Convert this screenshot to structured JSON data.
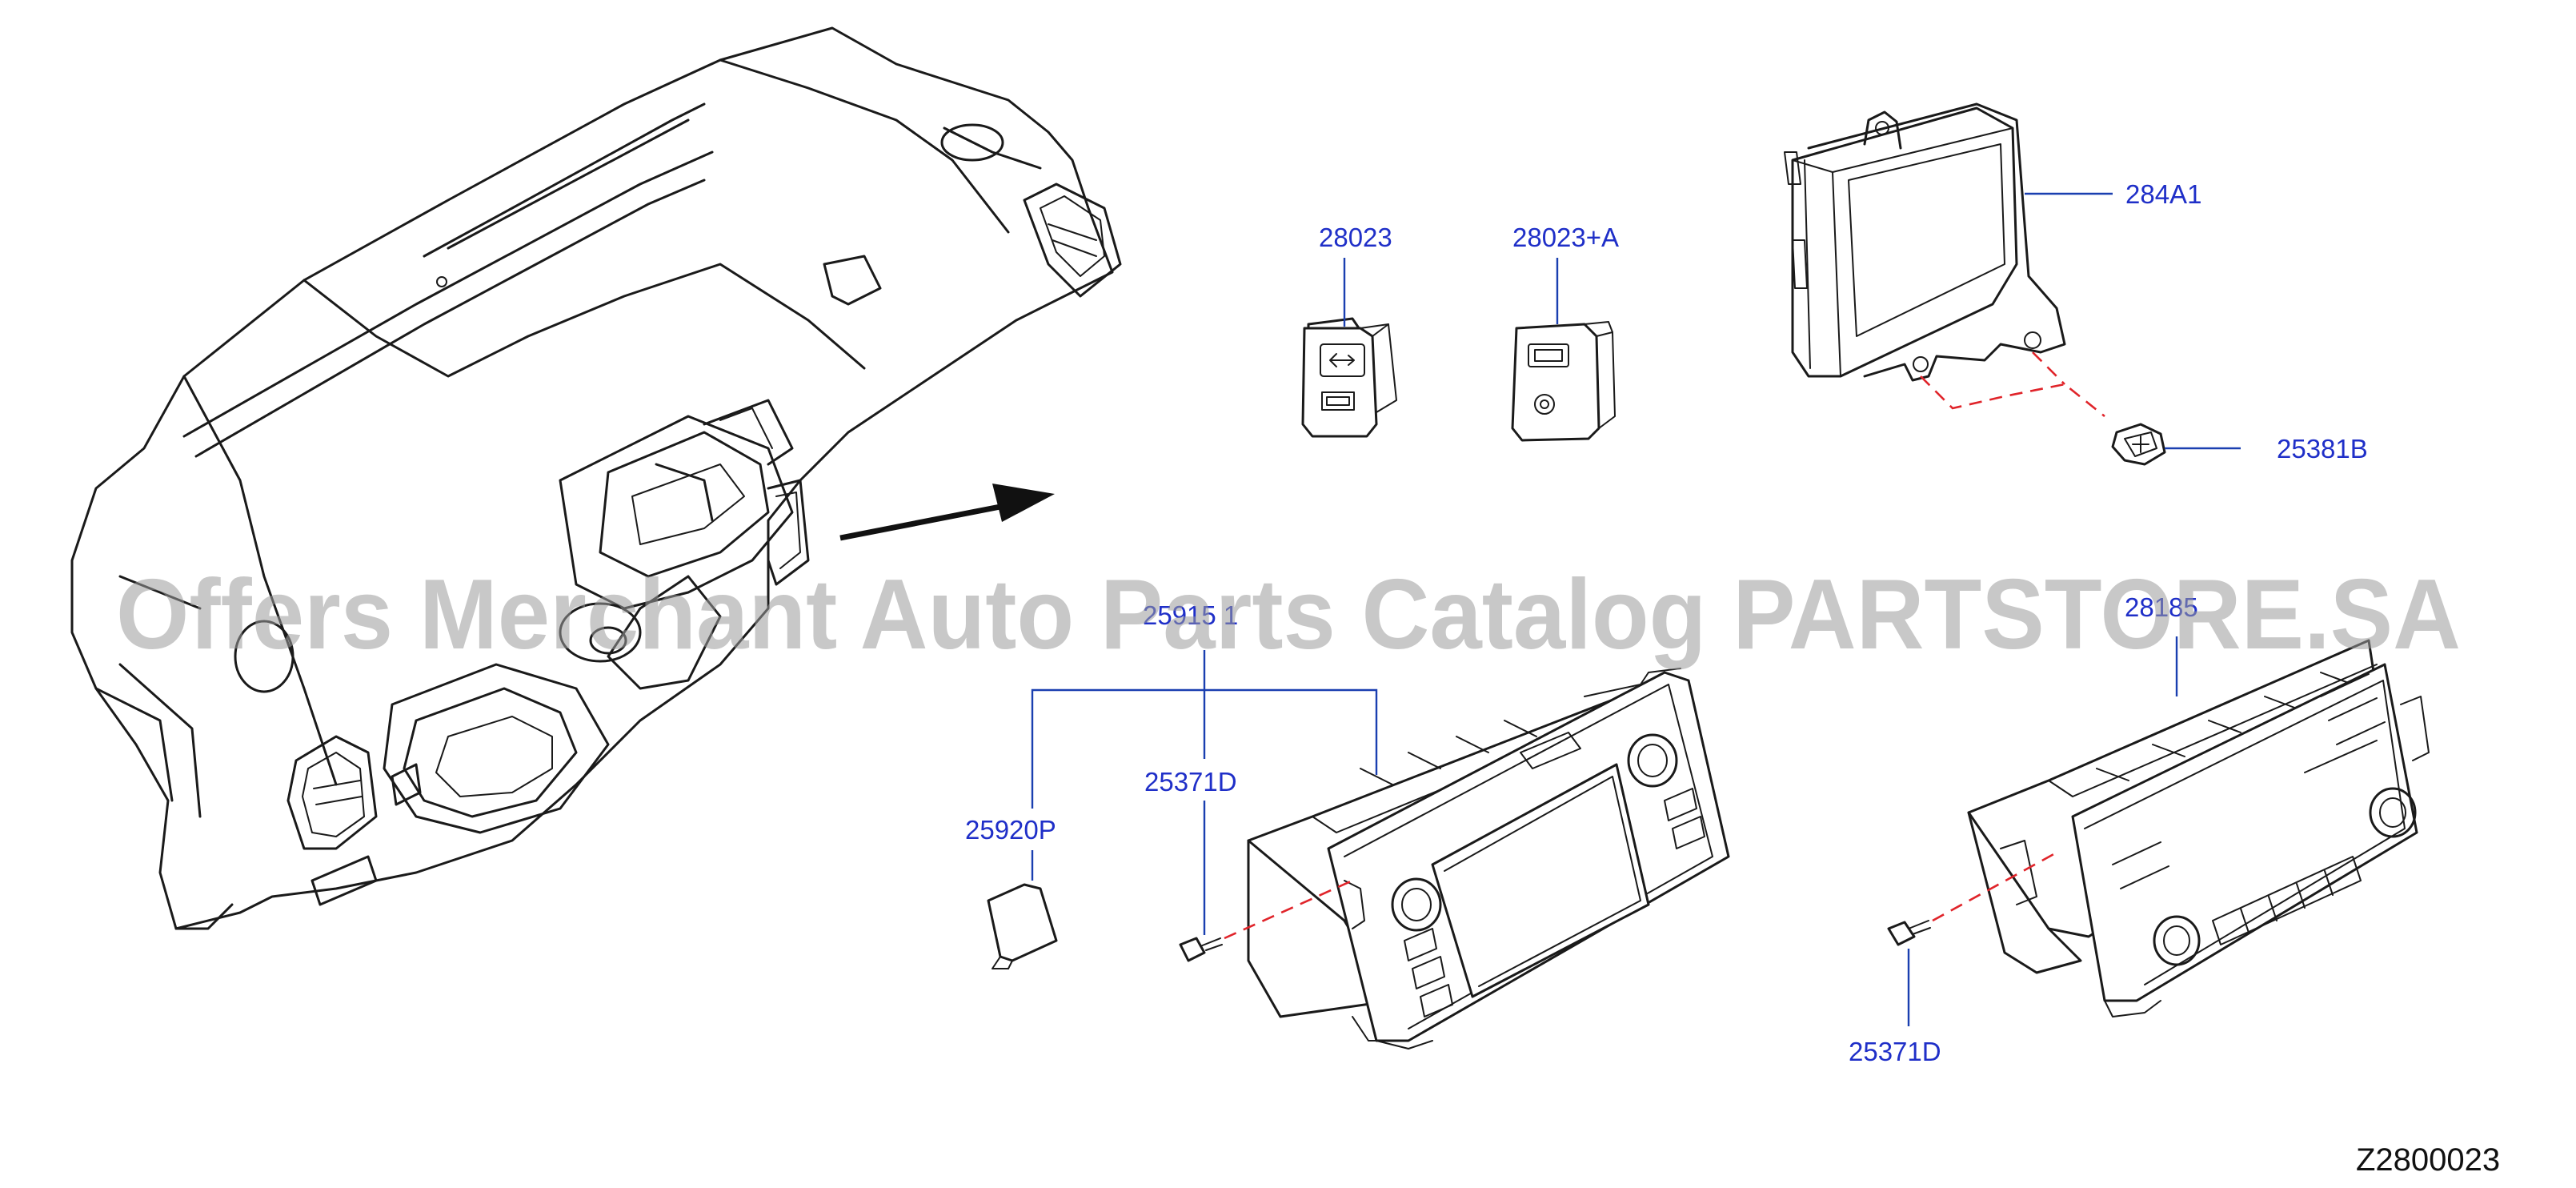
{
  "watermark": "Offers Merchant Auto Parts Catalog PARTSTORE.SA",
  "diagram_ref": "Z2800023",
  "callouts": {
    "p28023": "28023",
    "p28023a": "28023+A",
    "p284a1": "284A1",
    "p25381b": "25381B",
    "p25915": "25915  1",
    "p25920p": "25920P",
    "p25371d_left": "25371D",
    "p28185": "28185",
    "p25371d_right": "25371D"
  },
  "colors": {
    "label": "#1f2fc8",
    "leader": "#1a3fb0",
    "hidden_line": "#e0242a",
    "watermark": "#9a9a9a"
  }
}
